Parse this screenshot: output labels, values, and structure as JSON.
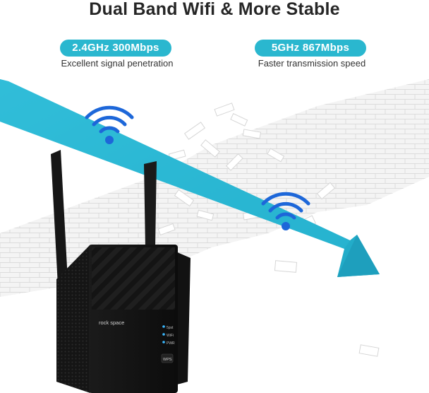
{
  "title": "Dual Band Wifi & More Stable",
  "bands": [
    {
      "label": "2.4GHz  300Mbps",
      "description": "Excellent signal penetration"
    },
    {
      "label": "5GHz  867Mbps",
      "description": "Faster transmission speed"
    }
  ],
  "device": {
    "brand": "rock space",
    "leds": [
      "5pst",
      "WiFi",
      "PWR"
    ],
    "button": "WPS"
  },
  "colors": {
    "beam": "#29b8d3",
    "pill": "#2ab7cf",
    "wifi_icon": "#1d67d9",
    "device": "#111111"
  }
}
